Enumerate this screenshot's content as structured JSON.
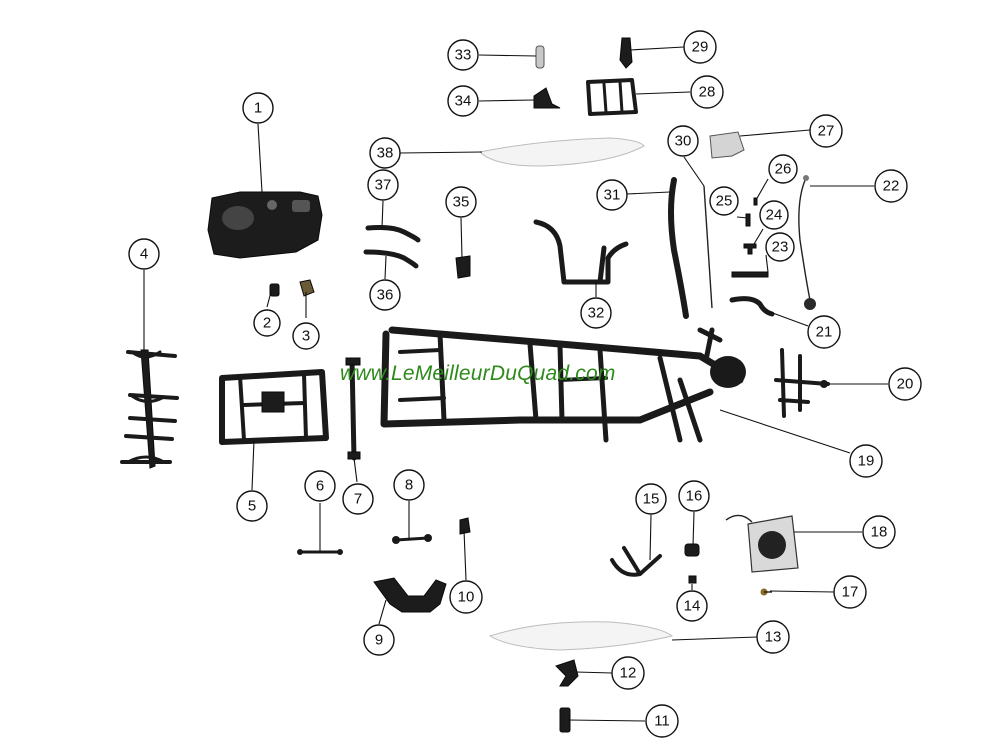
{
  "watermark": "www.LeMeilleurDuQuad.com",
  "callouts": [
    "1",
    "2",
    "3",
    "4",
    "5",
    "6",
    "7",
    "8",
    "9",
    "10",
    "11",
    "12",
    "13",
    "14",
    "15",
    "16",
    "17",
    "18",
    "19",
    "20",
    "21",
    "22",
    "23",
    "24",
    "25",
    "26",
    "27",
    "28",
    "29",
    "30",
    "31",
    "32",
    "33",
    "34",
    "35",
    "36",
    "37",
    "38"
  ],
  "colors": {
    "parts": "#1c1c1c",
    "watermark": "#2f8a1c"
  }
}
